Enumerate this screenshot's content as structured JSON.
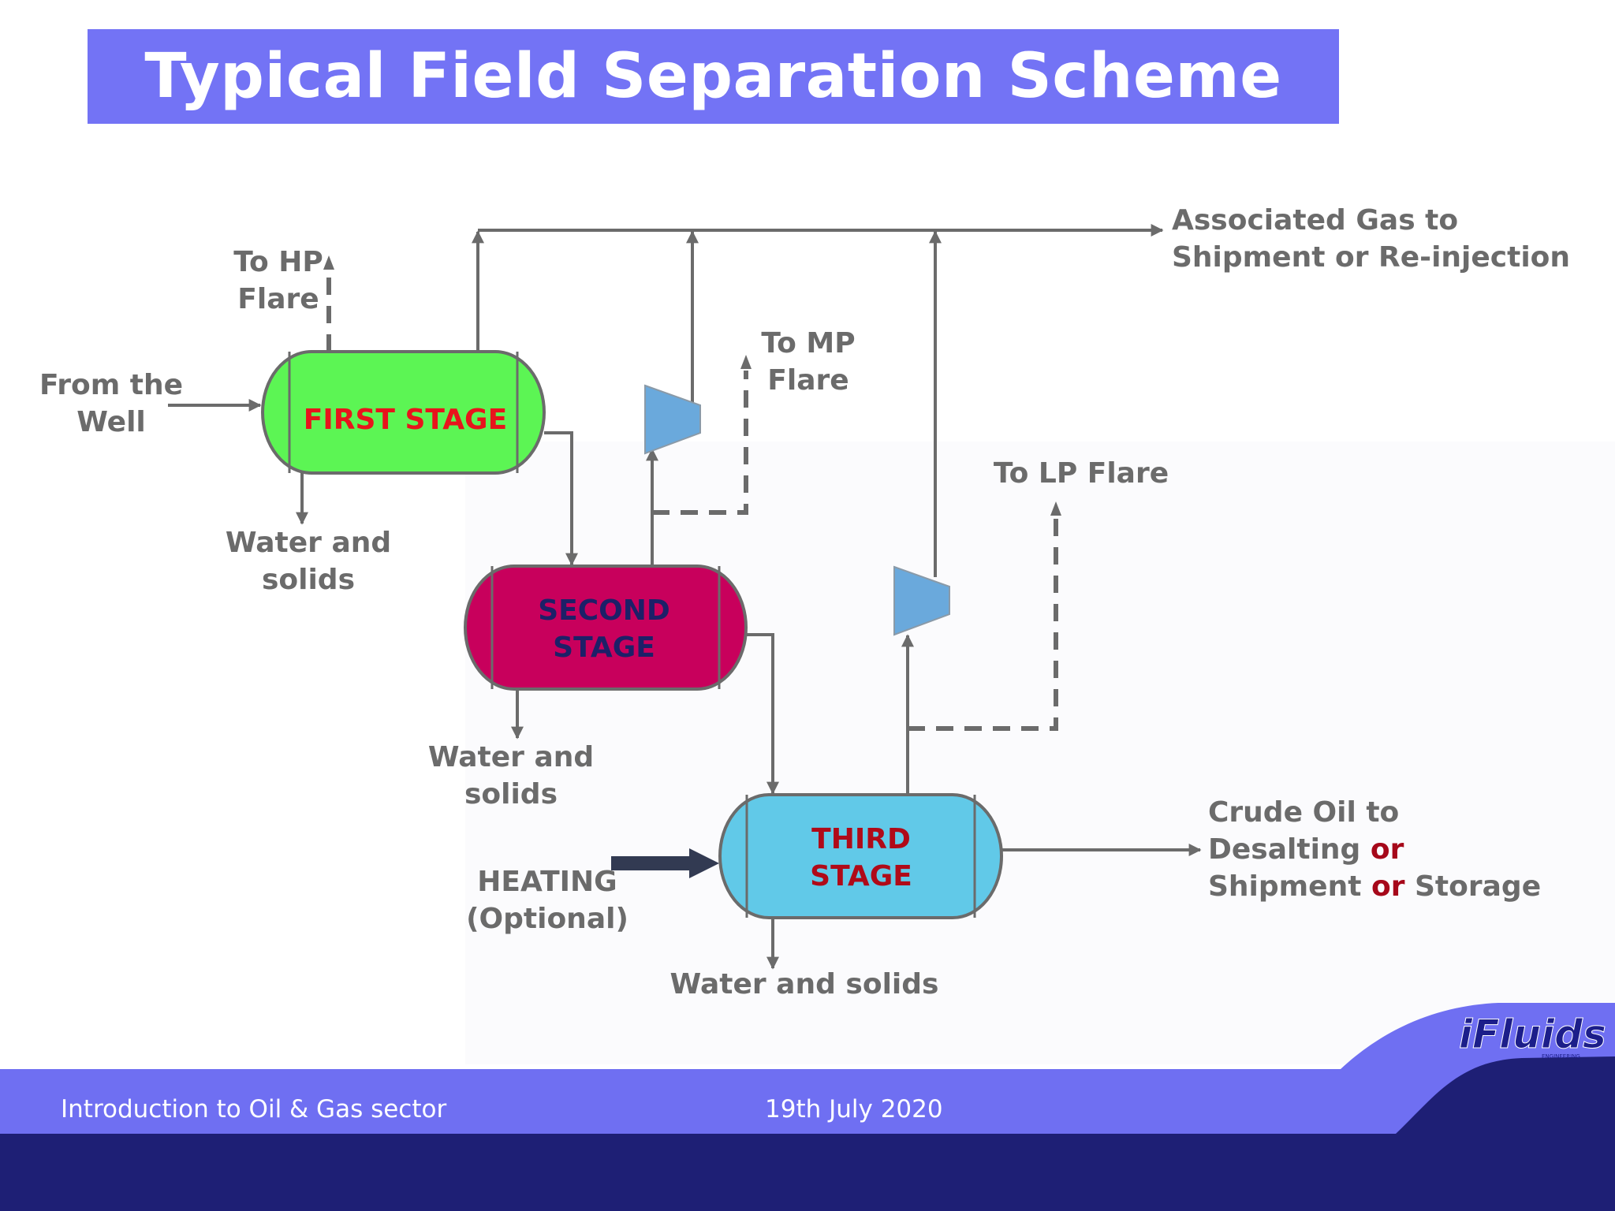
{
  "title": "Typical Field Separation Scheme",
  "stages": {
    "first": "FIRST STAGE",
    "second_line1": "SECOND",
    "second_line2": "STAGE",
    "third_line1": "THIRD",
    "third_line2": "STAGE"
  },
  "labels": {
    "from_well_1": "From the",
    "from_well_2": "Well",
    "hp_flare_1": "To HP",
    "hp_flare_2": "Flare",
    "mp_flare_1": "To MP",
    "mp_flare_2": "Flare",
    "lp_flare": "To LP Flare",
    "assoc_gas_1": "Associated Gas to",
    "assoc_gas_2": "Shipment or Re-injection",
    "water1_1": "Water and",
    "water1_2": "solids",
    "water2_1": "Water and",
    "water2_2": "solids",
    "water3": "Water and solids",
    "heating_1": "HEATING",
    "heating_2": "(Optional)",
    "crude_1": "Crude Oil to",
    "crude_2a": "Desalting ",
    "crude_or": "or",
    "crude_3a": "Shipment ",
    "crude_3c": " Storage"
  },
  "colors": {
    "title_bar": "#7373f5",
    "first_stage": "#5cf554",
    "second_stage": "#c8005c",
    "third_stage": "#61c9e8",
    "compressor": "#6aa9dc",
    "footer_light": "#6f6ff2",
    "footer_dark": "#1e1f75"
  },
  "footer": {
    "left": "Introduction to Oil & Gas sector",
    "center": "19th July 2020",
    "logo": "iFluids",
    "logo_sub": "ENGINEERING"
  }
}
